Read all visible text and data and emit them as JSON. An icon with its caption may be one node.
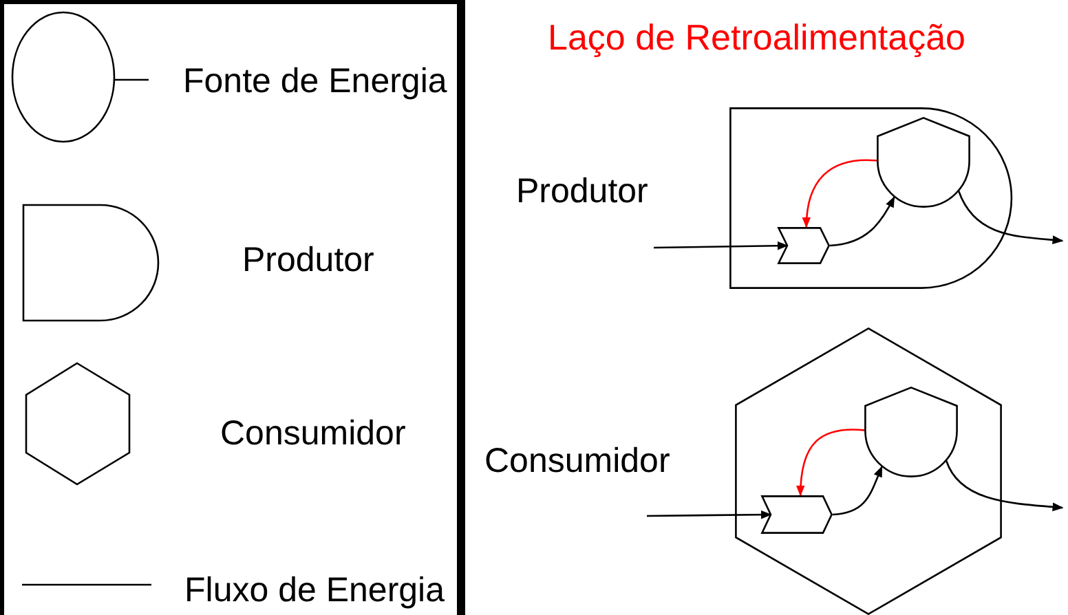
{
  "diagram": {
    "title": "Laço de Retroalimentação",
    "nodes": [
      {
        "text": [
          "Produtor"
        ]
      },
      {
        "text": [],
        "shape": "chevron",
        "in": 0
      },
      {
        "text": [],
        "shape": "shield",
        "in": 0
      },
      {
        "text": [
          "Consumidor"
        ]
      },
      {
        "text": [],
        "shape": "chevron",
        "in": 3
      },
      {
        "text": [],
        "shape": "shield",
        "in": 3
      }
    ],
    "edges": [
      {
        "from": null,
        "to": 1,
        "arrow": "to"
      },
      {
        "from": 1,
        "to": 2,
        "arrow": "to"
      },
      {
        "from": 2,
        "to": 1,
        "arrow": "to",
        "color": "#ff0000"
      },
      {
        "from": 2,
        "to": null,
        "arrow": "to"
      },
      {
        "from": null,
        "to": 4,
        "arrow": "to"
      },
      {
        "from": 4,
        "to": 5,
        "arrow": "to"
      },
      {
        "from": 5,
        "to": 4,
        "arrow": "to",
        "color": "#ff0000"
      },
      {
        "from": 5,
        "to": null,
        "arrow": "to"
      }
    ],
    "legend": [
      {
        "text": "Fonte de Energia"
      },
      {
        "text": "Produtor"
      },
      {
        "text": "Consumidor"
      },
      {
        "text": "Fluxo de Energia"
      }
    ]
  }
}
